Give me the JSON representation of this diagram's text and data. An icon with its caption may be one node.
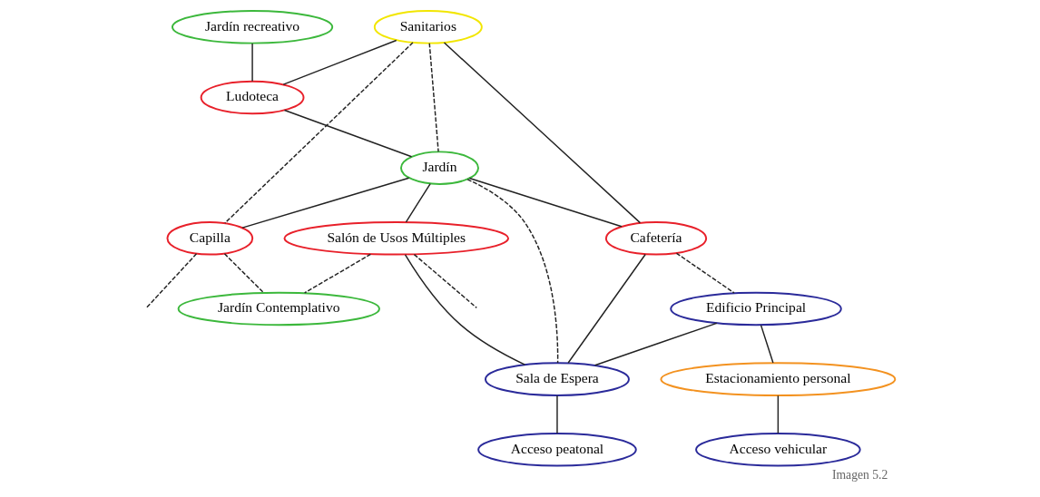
{
  "diagram": {
    "caption": "Imagen 5.2",
    "nodes": [
      {
        "text": [
          "Sanitarios"
        ]
      },
      {
        "text": [
          "Jardín recreativo"
        ]
      },
      {
        "text": [
          "Cafetería"
        ]
      },
      {
        "text": [
          "Edificio Principal"
        ]
      },
      {
        "text": [
          "Ludoteca"
        ]
      },
      {
        "text": [
          "Jardín"
        ]
      },
      {
        "text": [
          "Sala de Espera"
        ]
      },
      {
        "text": [
          "Estacionamiento personal"
        ]
      },
      {
        "text": [
          "Capilla"
        ]
      },
      {
        "text": [
          "Salón de Usos Múltiples"
        ]
      },
      {
        "text": [
          "Acceso peatonal"
        ]
      },
      {
        "text": [
          "Acceso vehicular"
        ]
      },
      {
        "text": [
          "Jardín Contemplativo"
        ]
      }
    ],
    "edges": [
      {
        "from": 0,
        "to": 2,
        "arrow": "none"
      },
      {
        "from": 0,
        "to": 4,
        "arrow": "none"
      },
      {
        "from": 0,
        "to": 5,
        "arrow": "none",
        "style": "dashed"
      },
      {
        "from": 0,
        "to": 8,
        "arrow": "none",
        "style": "dashed"
      },
      {
        "from": 1,
        "to": 4,
        "arrow": "none"
      },
      {
        "from": 4,
        "to": 5,
        "arrow": "none"
      },
      {
        "from": 5,
        "to": 2,
        "arrow": "none"
      },
      {
        "from": 2,
        "to": 3,
        "arrow": "none",
        "style": "dashed"
      },
      {
        "from": 2,
        "to": 6,
        "arrow": "none"
      },
      {
        "from": 5,
        "to": 6,
        "arrow": "none",
        "style": "dashed"
      },
      {
        "from": 3,
        "to": 6,
        "arrow": "none"
      },
      {
        "from": 3,
        "to": 7,
        "arrow": "none"
      },
      {
        "from": 5,
        "to": 8,
        "arrow": "none"
      },
      {
        "from": 5,
        "to": 9,
        "arrow": "none"
      },
      {
        "from": 9,
        "to": 6,
        "arrow": "none"
      },
      {
        "from": 6,
        "to": 10,
        "arrow": "none"
      },
      {
        "from": 7,
        "to": 11,
        "arrow": "none"
      },
      {
        "from": 8,
        "to": 12,
        "arrow": "none",
        "style": "dashed"
      },
      {
        "from": 9,
        "to": 12,
        "arrow": "none",
        "style": "dashed"
      },
      {
        "from": 8,
        "to": null,
        "arrow": "none",
        "style": "dashed"
      },
      {
        "from": 9,
        "to": null,
        "arrow": "none",
        "style": "dashed"
      }
    ]
  }
}
